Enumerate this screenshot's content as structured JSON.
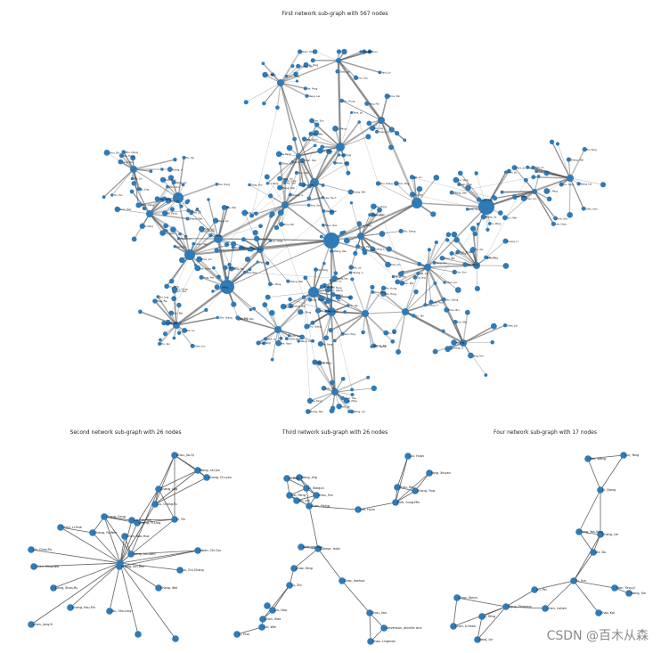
{
  "panels": {
    "main": {
      "title": "First network sub-graph with 567 nodes",
      "labels": [
        "Zhang, Wei",
        "Wang, Lei",
        "Liu, Yang",
        "Chen, Hao",
        "Li, Ming",
        "Park, Jin",
        "Kim, Soo",
        "Lee, Hyun",
        "Zhao, Jun",
        "Sun, Mei",
        "Yang, Fan",
        "Xu, Jing",
        "Huang, Li",
        "Zhou, Bin",
        "Wu, Hong",
        "Ma, Lin",
        "Zhu, Qiang",
        "Hu, Yan",
        "Guo, Ping",
        "He, Feng"
      ]
    },
    "second": {
      "title": "Second network sub-graph with 26 nodes",
      "labels": [
        "Zhou, Jia-Qi",
        "Wang, Lei-Jun",
        "Chang, Chi-yan",
        "Zhang, Jing",
        "Zheng, Yi-Ling",
        "Li, Yin",
        "Chen, Li-Hua",
        "Chang, Yu-Wen",
        "Chen, Bao-Hua",
        "Zhang, Cong",
        "Lin, Chao-Po",
        "Chen, Ming-Wei",
        "Tseng, Jun-Wen",
        "Huang, Jun-Ren",
        "Hsieh, Chi-Tzu",
        "Lin, Chi-Chang",
        "Liu, Jian-Yuh",
        "Liu, Chang-Yu",
        "Chang, Wei",
        "Dong, Shan-Ru",
        "Chang, Hsu-Pin",
        "Wu, Shu-Ling",
        "Chen, Jung-Yi"
      ]
    },
    "third": {
      "title": "Third network sub-graph with 26 nodes",
      "labels": [
        "Liu, Huan",
        "Yang, Xinyan",
        "Li, Dan",
        "Wang, Jing",
        "Li, Xiaojun",
        "Cai, Peng",
        "Wu, Jun",
        "Zhou, Yun",
        "Zhao, Yixing",
        "Zhou, Xin",
        "Zhang, Ying",
        "Park, Sung-Min",
        "Lee, Hyun",
        "Ajifenga, Ayo",
        "Ajiboye, Isola",
        "Zhao, Yong",
        "Zhao, Jianhua",
        "Lu, Zhi",
        "Liu, Hao",
        "Chen, Xiao",
        "Cai, Wei",
        "Li, Hua",
        "Zhou, Jian",
        "Stevenson, Jennifer Ann",
        "Zhao, Lingshan"
      ]
    },
    "fourth": {
      "title": "Four network sub-graph with 17 nodes",
      "labels": [
        "Wei, Wang",
        "Liu, Yang",
        "Li, Qiang",
        "Fang, Yan-Ning",
        "Zhang, Lei",
        "Xie, Bo",
        "Xu, Pei",
        "Tu, Yun",
        "Wan, Ying-yi",
        "Wang, Xin",
        "Zhao, Kai",
        "Zhao, Jianyu",
        "Wang, Zhiqiang",
        "Chen, Lizhen",
        "Li, Ming",
        "Chen, Ji-Hoon",
        "Jiang, Lin"
      ]
    }
  },
  "colors": {
    "node": "#2f7bb7",
    "edge": "#444444"
  },
  "watermark": "CSDN @百木从森"
}
